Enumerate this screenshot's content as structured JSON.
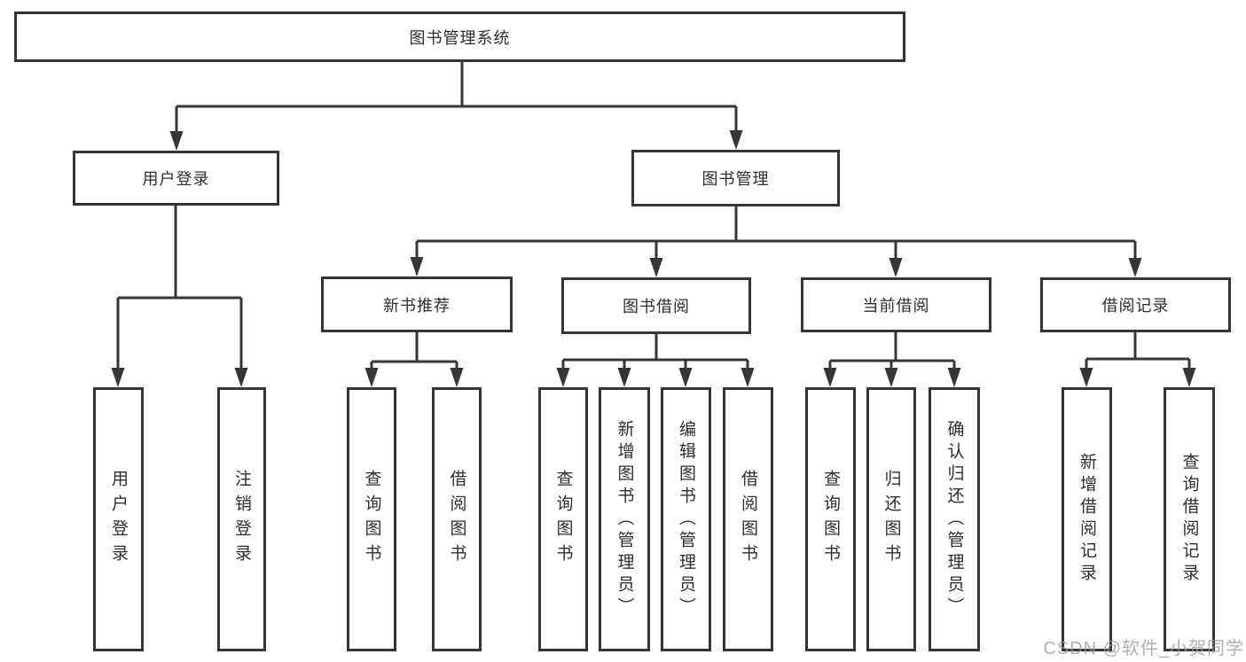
{
  "diagram": {
    "root": {
      "label": "图书管理系统"
    },
    "level2": [
      {
        "id": "user-login",
        "label": "用户登录"
      },
      {
        "id": "book-mgmt",
        "label": "图书管理"
      }
    ],
    "level3": [
      {
        "id": "new-book-recommend",
        "label": "新书推荐",
        "parent": "book-mgmt"
      },
      {
        "id": "book-borrow",
        "label": "图书借阅",
        "parent": "book-mgmt"
      },
      {
        "id": "current-borrow",
        "label": "当前借阅",
        "parent": "book-mgmt"
      },
      {
        "id": "borrow-record",
        "label": "借阅记录",
        "parent": "book-mgmt"
      }
    ],
    "leaves": [
      {
        "id": "leaf-user-login",
        "label": "用户登录",
        "parent": "user-login"
      },
      {
        "id": "leaf-logout",
        "label": "注销登录",
        "parent": "user-login"
      },
      {
        "id": "leaf-query-book-recommend",
        "label": "查询图书",
        "parent": "new-book-recommend"
      },
      {
        "id": "leaf-borrow-book-recommend",
        "label": "借阅图书",
        "parent": "new-book-recommend"
      },
      {
        "id": "leaf-query-book-borrow",
        "label": "查询图书",
        "parent": "book-borrow"
      },
      {
        "id": "leaf-add-book-admin",
        "label": "新增图书（管理员）",
        "parent": "book-borrow"
      },
      {
        "id": "leaf-edit-book-admin",
        "label": "编辑图书（管理员）",
        "parent": "book-borrow"
      },
      {
        "id": "leaf-borrow-book",
        "label": "借阅图书",
        "parent": "book-borrow"
      },
      {
        "id": "leaf-query-book-current",
        "label": "查询图书",
        "parent": "current-borrow"
      },
      {
        "id": "leaf-return-book",
        "label": "归还图书",
        "parent": "current-borrow"
      },
      {
        "id": "leaf-confirm-return-admin",
        "label": "确认归还（管理员）",
        "parent": "current-borrow"
      },
      {
        "id": "leaf-add-borrow-record",
        "label": "新增借阅记录",
        "parent": "borrow-record"
      },
      {
        "id": "leaf-query-borrow-record",
        "label": "查询借阅记录",
        "parent": "borrow-record"
      }
    ],
    "watermark": "CSDN @软件_小贺同学",
    "colors": {
      "line": "#363636",
      "box_border": "#363636",
      "box_fill": "#ffffff",
      "text": "#2e2e2e",
      "watermark": "#9a9a9a"
    }
  }
}
